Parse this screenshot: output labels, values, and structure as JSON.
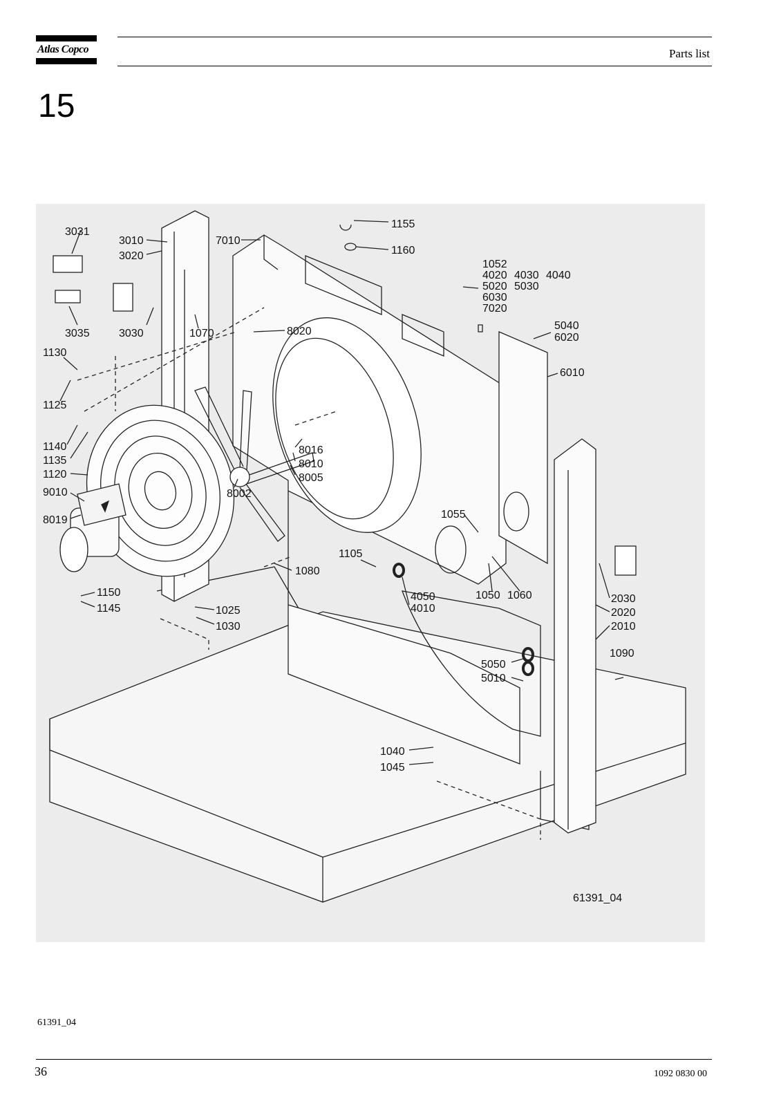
{
  "header": {
    "brand": "Atlas Copco",
    "title": "Parts list"
  },
  "section_number": "15",
  "drawing": {
    "drawing_id": "61391_04",
    "callouts": [
      "3031",
      "3010",
      "3020",
      "7010",
      "1155",
      "1160",
      "1052",
      "4020",
      "4030",
      "4040",
      "5020",
      "5030",
      "6030",
      "7020",
      "3035",
      "3030",
      "1070",
      "8020",
      "5040",
      "6020",
      "1130",
      "6010",
      "1125",
      "1140",
      "1135",
      "1120",
      "9010",
      "8019",
      "8016",
      "8010",
      "8005",
      "8002",
      "1055",
      "1105",
      "1080",
      "1150",
      "1145",
      "1025",
      "1030",
      "4050",
      "4010",
      "1050",
      "1060",
      "2030",
      "2020",
      "2010",
      "1090",
      "5050",
      "5010",
      "1040",
      "1045"
    ]
  },
  "footer": {
    "figure_caption": "61391_04",
    "page_number": "36",
    "document_number": "1092 0830 00"
  }
}
